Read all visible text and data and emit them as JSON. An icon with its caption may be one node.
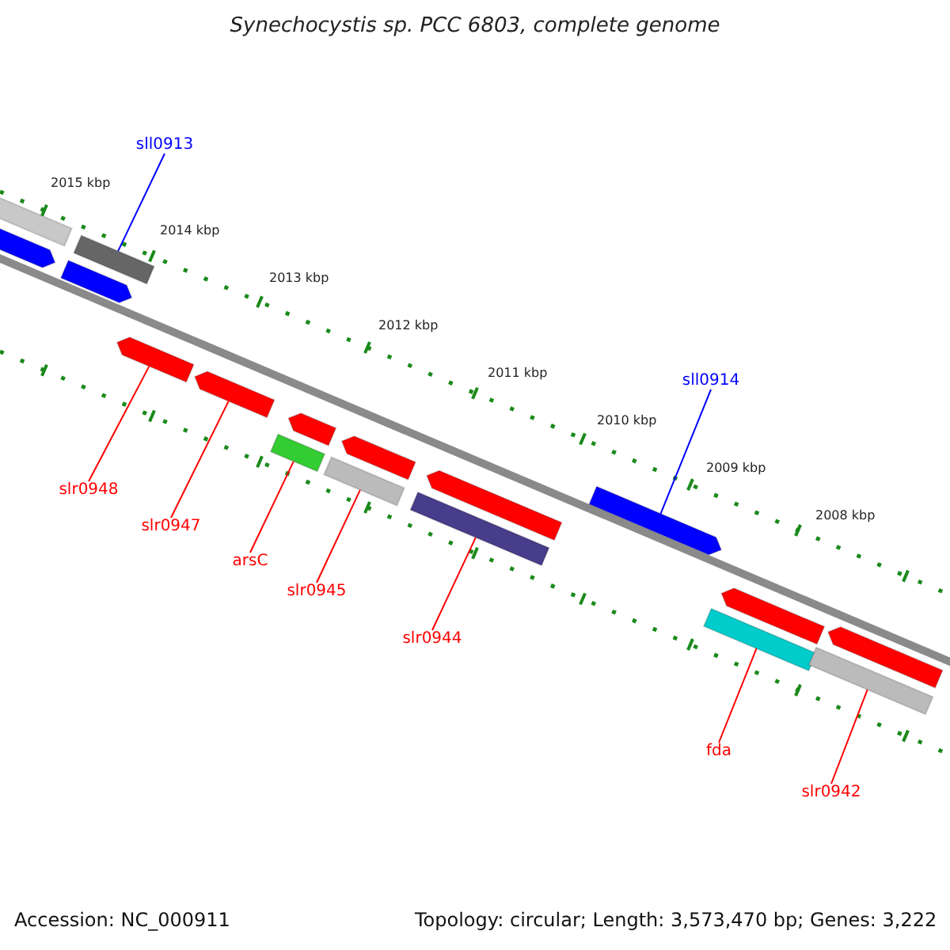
{
  "diagram": {
    "title": "Synechocystis sp. PCC 6803, complete genome",
    "nodes": [
      {
        "text": [
          "sll0913"
        ]
      },
      {
        "text": [
          "sll0914"
        ]
      },
      {
        "text": [
          "slr0948"
        ]
      },
      {
        "text": [
          "slr0947"
        ]
      },
      {
        "text": [
          "arsC"
        ]
      },
      {
        "text": [
          "slr0945"
        ]
      },
      {
        "text": [
          "slr0944"
        ]
      },
      {
        "text": [
          "fda"
        ]
      },
      {
        "text": [
          "slr0942"
        ]
      },
      {
        "text": [],
        "shape": "bar"
      },
      {
        "text": [],
        "shape": "arrow"
      },
      {
        "text": [],
        "shape": "bar"
      },
      {
        "text": [],
        "shape": "arrow"
      },
      {
        "text": [],
        "shape": "arrow"
      },
      {
        "text": [],
        "shape": "arrow"
      },
      {
        "text": [],
        "shape": "bar"
      },
      {
        "text": [],
        "shape": "arrow"
      },
      {
        "text": [],
        "shape": "bar"
      },
      {
        "text": [],
        "shape": "arrow"
      },
      {
        "text": [],
        "shape": "arrow"
      },
      {
        "text": [],
        "shape": "bar"
      },
      {
        "text": [],
        "shape": "arrow"
      },
      {
        "text": [],
        "shape": "bar"
      },
      {
        "text": [],
        "shape": "arrow"
      },
      {
        "text": [],
        "shape": "bar"
      },
      {
        "text": [],
        "shape": "arrow"
      }
    ],
    "edges": [
      {
        "from": 0,
        "to": 11,
        "arrow": "none",
        "color": "#0000ff"
      },
      {
        "from": 1,
        "to": 21,
        "arrow": "none",
        "color": "#0000ff"
      },
      {
        "from": 2,
        "to": 13,
        "arrow": "none"
      },
      {
        "from": 3,
        "to": 14,
        "arrow": "none"
      },
      {
        "from": 4,
        "to": 15,
        "arrow": "none"
      },
      {
        "from": 5,
        "to": 17,
        "arrow": "none"
      },
      {
        "from": 6,
        "to": 20,
        "arrow": "none"
      },
      {
        "from": 7,
        "to": 22,
        "arrow": "none"
      },
      {
        "from": 8,
        "to": 24,
        "arrow": "none"
      }
    ],
    "labels": [
      "2015 kbp",
      "2014 kbp",
      "2013 kbp",
      "2012 kbp",
      "2011 kbp",
      "2010 kbp",
      "2009 kbp",
      "2008 kbp",
      "Accession: NC_000911",
      "Topology: circular; Length: 3,573,470 bp; Genes: 3,222"
    ]
  }
}
